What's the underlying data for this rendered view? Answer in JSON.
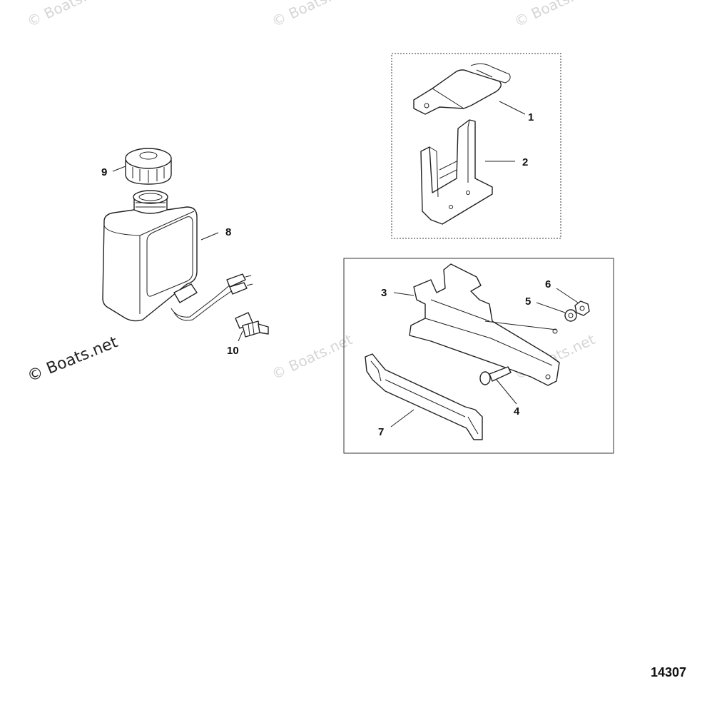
{
  "watermark": {
    "text": "© Boats.net"
  },
  "callouts": {
    "c1": "1",
    "c2": "2",
    "c3": "3",
    "c4": "4",
    "c5": "5",
    "c6": "6",
    "c7": "7",
    "c8": "8",
    "c9": "9",
    "c10": "10"
  },
  "figure_number": "14307"
}
